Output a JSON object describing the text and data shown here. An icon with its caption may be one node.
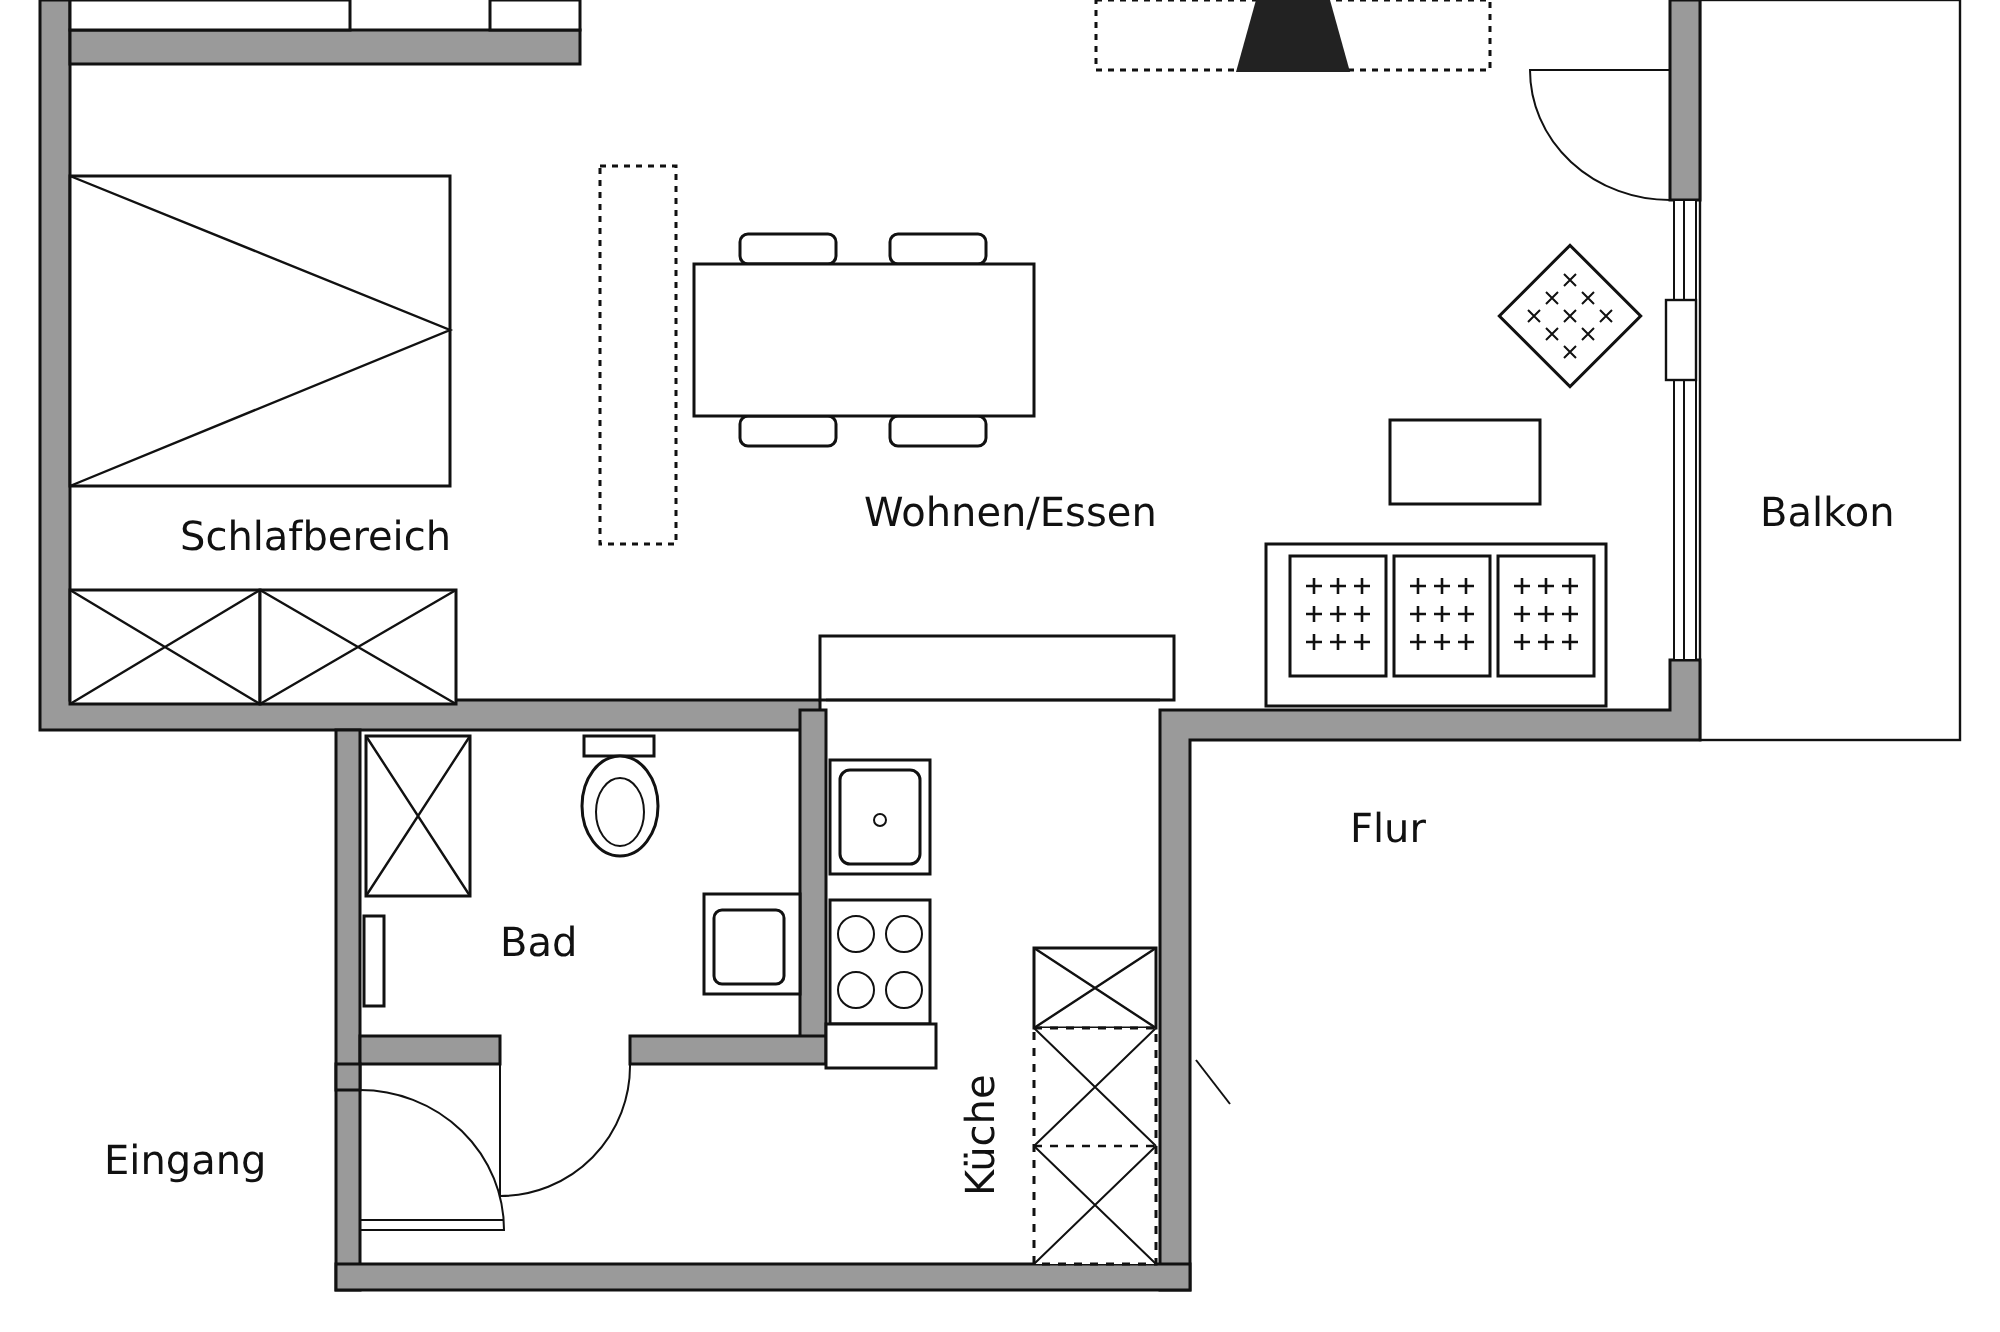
{
  "diagram": {
    "labels": [
      "Schlafbereich",
      "Wohnen/Essen",
      "Balkon",
      "Bad",
      "Flur",
      "Eingang",
      "Küche"
    ]
  }
}
